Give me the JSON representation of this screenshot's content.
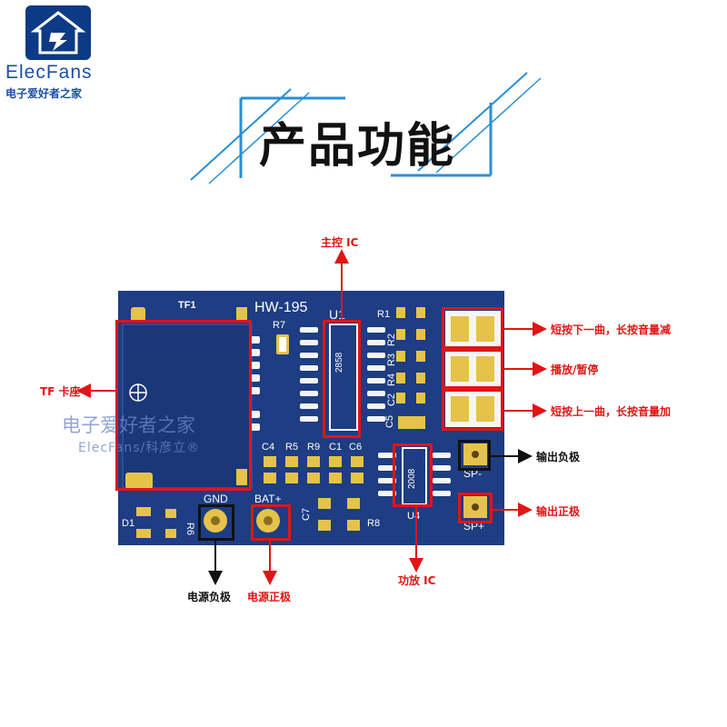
{
  "brand": {
    "name": "ElecFans",
    "subtitle": "电子爱好者之家"
  },
  "title": "产品功能",
  "board": {
    "model": "HW-195",
    "silkscreen": {
      "tf1": "TF1",
      "r7": "R7",
      "u1": "U1",
      "r1": "R1",
      "r2": "R2",
      "r3": "R3",
      "r4": "R4",
      "c2": "C2",
      "c5": "C5",
      "c4": "C4",
      "r5": "R5",
      "r9": "R9",
      "c1": "C1",
      "c6": "C6",
      "gnd": "GND",
      "bat": "BAT+",
      "d1": "D1",
      "r6": "R6",
      "c7": "C7",
      "r8": "R8",
      "u4": "U4",
      "sp_minus": "SP-",
      "sp_plus": "SP+",
      "chip_main": "2858",
      "chip_amp": "2008"
    }
  },
  "watermark": {
    "line1": "电子爱好者之家",
    "line2": "ElecFans/科彦立®"
  },
  "callouts": {
    "main_ic": "主控 IC",
    "tf_slot": "TF 卡座",
    "prev": "短按下一曲，长按音量减",
    "play": "播放/暂停",
    "next": "短按上一曲，长按音量加",
    "out_neg": "输出负极",
    "out_pos": "输出正极",
    "amp_ic": "功放 IC",
    "pwr_neg": "电源负极",
    "pwr_pos": "电源正极"
  },
  "colors": {
    "board": "#1e3d82",
    "pad": "#e5c34a",
    "highlight": "#e01515",
    "accent": "#2a8fd6"
  }
}
